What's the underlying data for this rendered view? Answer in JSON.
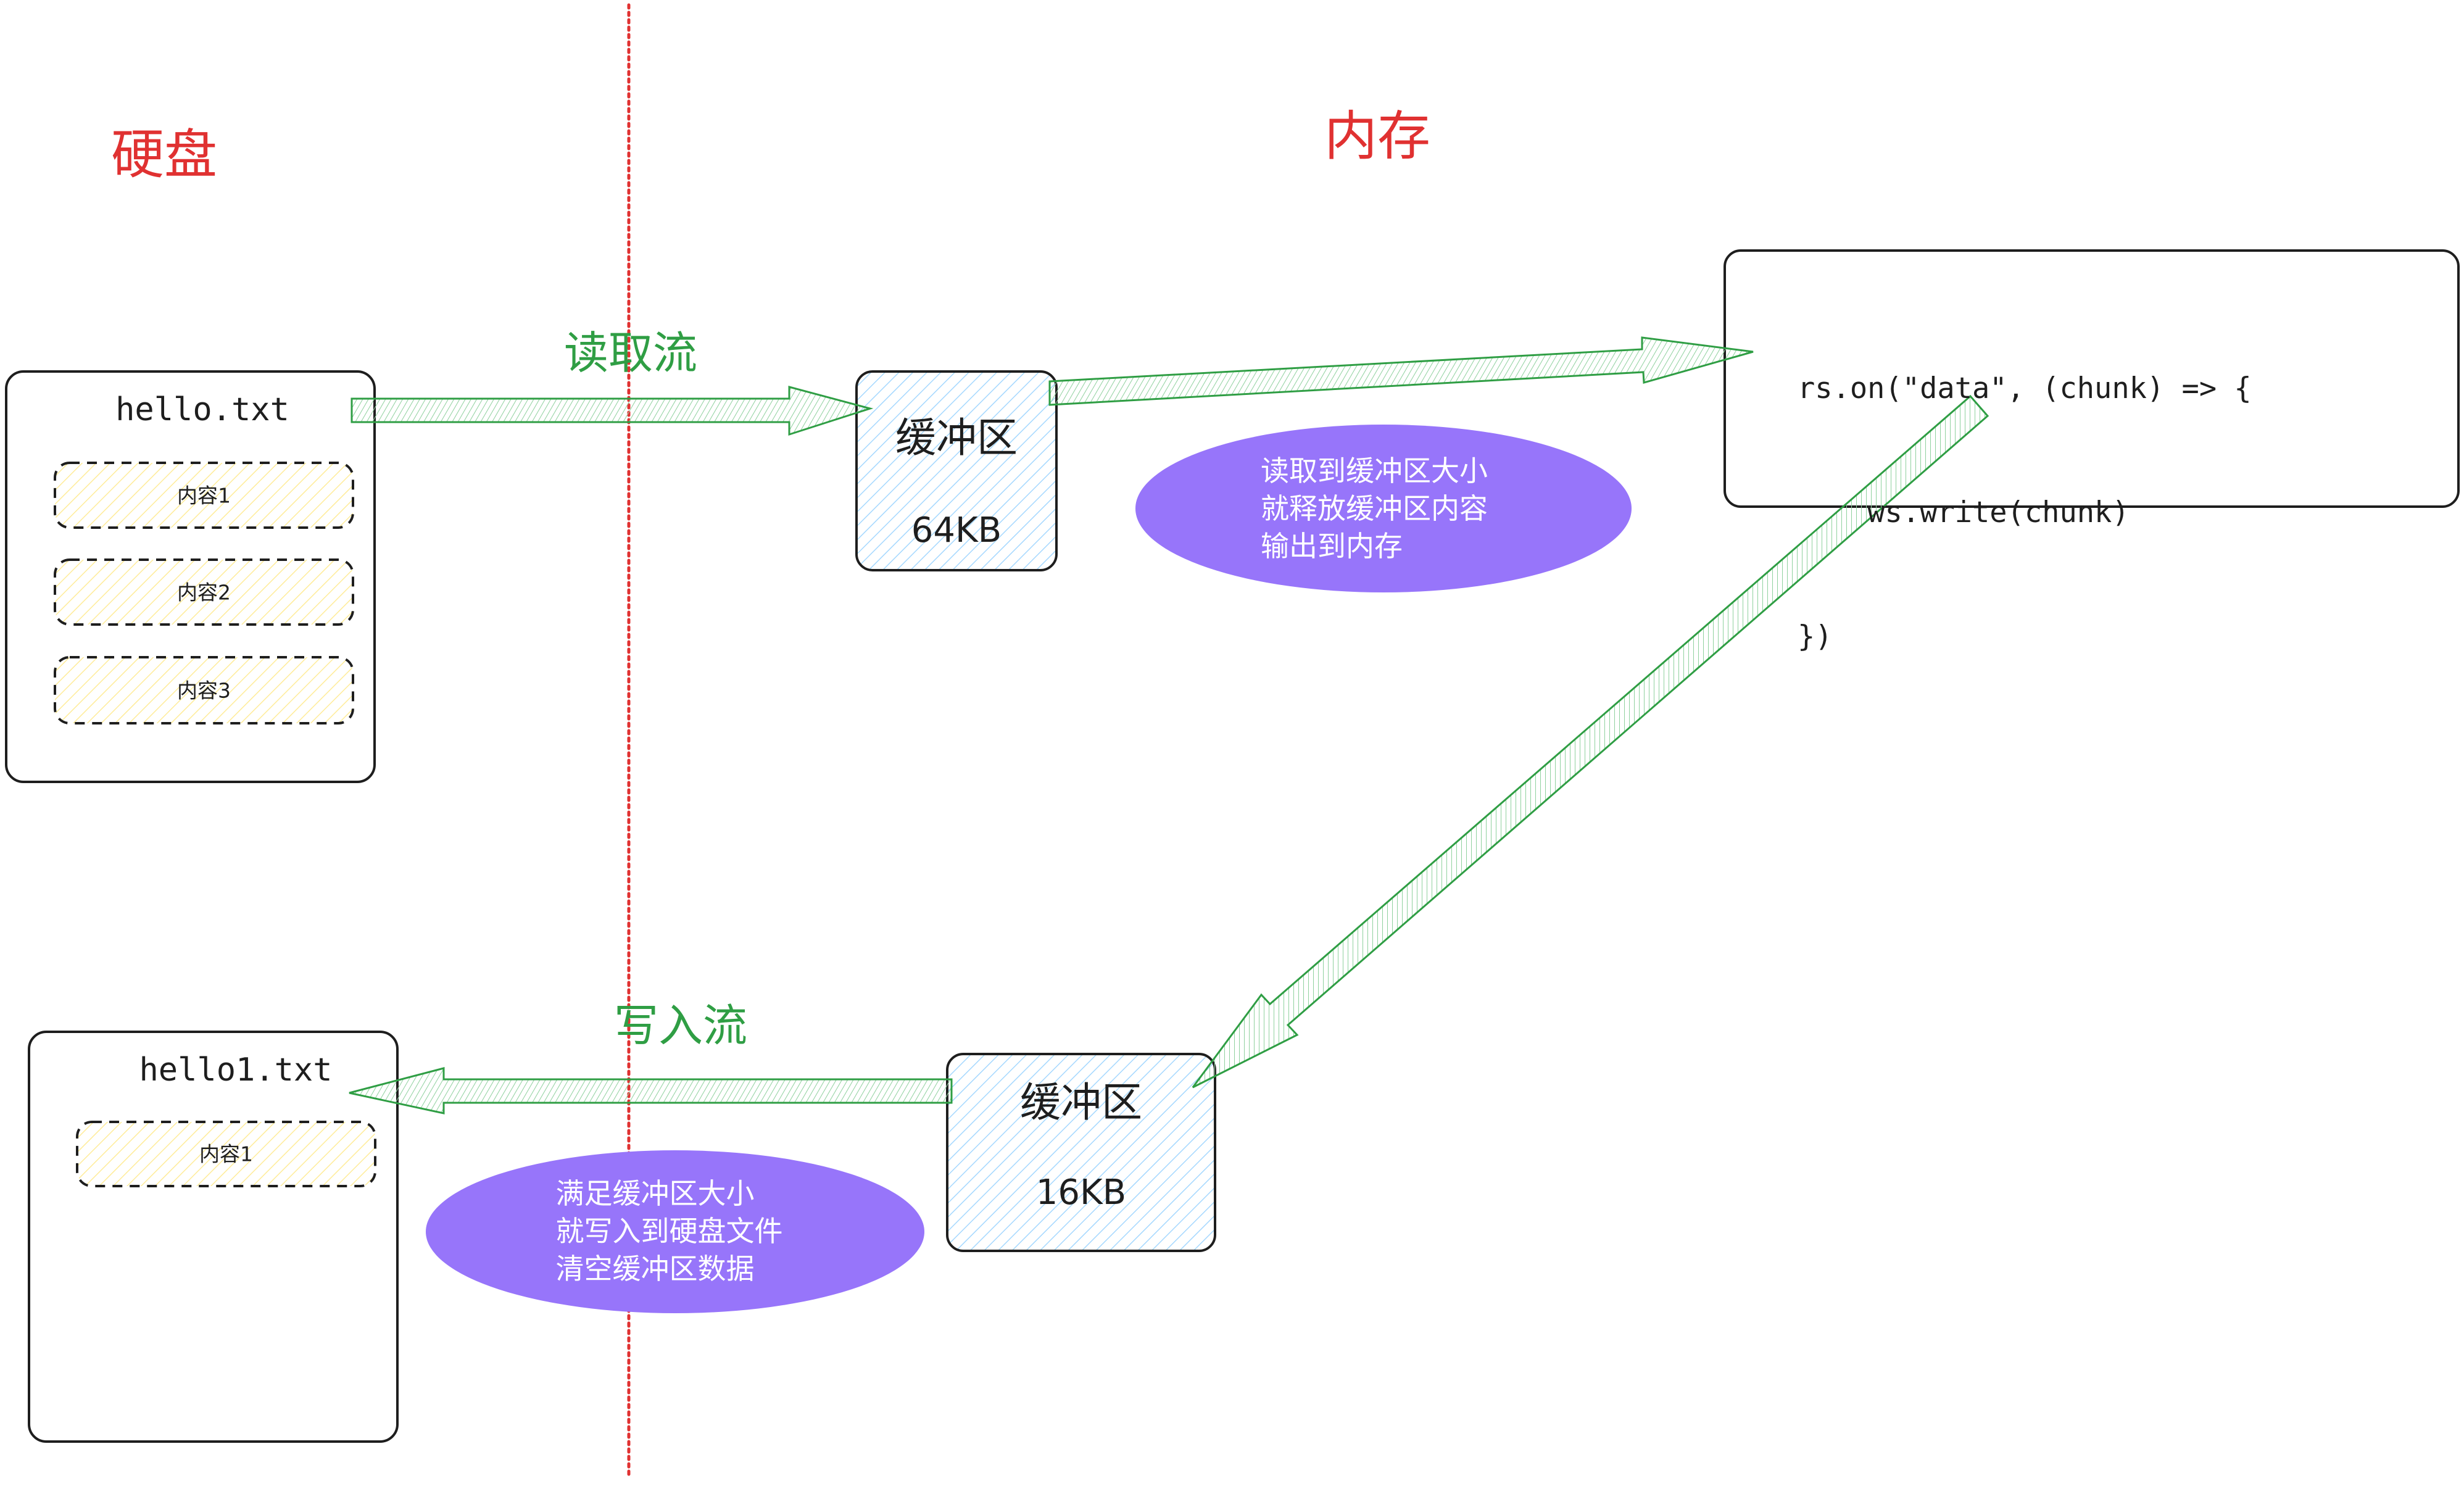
{
  "zones": {
    "disk": {
      "label": "硬盘",
      "color": "#e03131"
    },
    "memory": {
      "label": "内存",
      "color": "#e03131"
    }
  },
  "divider": {
    "color": "#e03131",
    "style": "dotted"
  },
  "flows": {
    "read": {
      "label": "读取流",
      "color": "#2f9e44"
    },
    "write": {
      "label": "写入流",
      "color": "#2f9e44"
    }
  },
  "source_file": {
    "name": "hello.txt",
    "chunks": [
      "内容1",
      "内容2",
      "内容3"
    ]
  },
  "target_file": {
    "name": "hello1.txt",
    "chunks": [
      "内容1"
    ]
  },
  "read_buffer": {
    "title": "缓冲区",
    "size": "64KB"
  },
  "write_buffer": {
    "title": "缓冲区",
    "size": "16KB"
  },
  "code_block": {
    "lines": [
      "rs.on(\"data\", (chunk) => {",
      "    ws.write(chunk)",
      "})"
    ]
  },
  "notes": {
    "read": {
      "lines": [
        "读取到缓冲区大小",
        "就释放缓冲区内容",
        "输出到内存"
      ],
      "color": "#9775fa"
    },
    "write": {
      "lines": [
        "满足缓冲区大小",
        "就写入到硬盘文件",
        "清空缓冲区数据"
      ],
      "color": "#9775fa"
    }
  },
  "colors": {
    "stroke": "#1e1e1e",
    "buffer_hatch": "#a5d8ff",
    "chunk_hatch": "#ffec99",
    "arrow_stroke": "#2f9e44",
    "arrow_hatch": "#8fd19e"
  }
}
